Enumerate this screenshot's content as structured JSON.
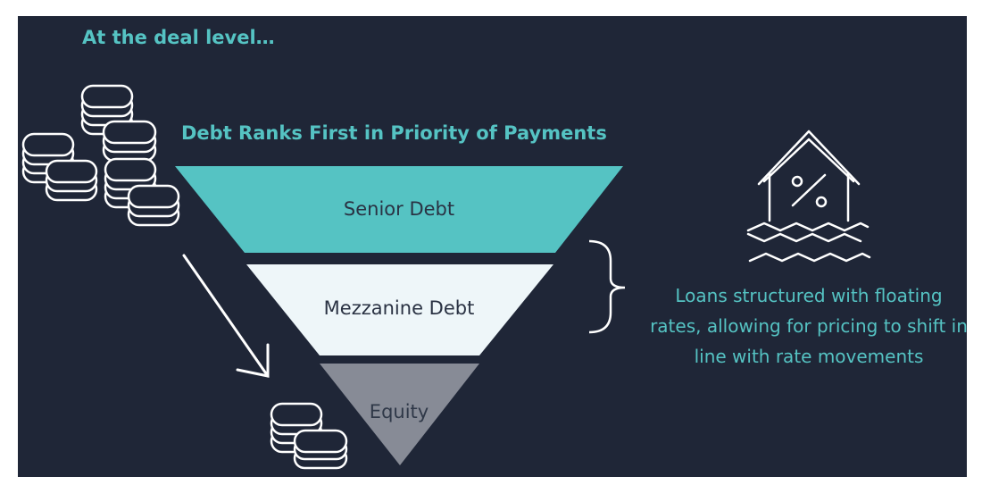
{
  "heading": "At the deal level…",
  "subheading": "Debt Ranks First in Priority of Payments",
  "tiers": [
    {
      "label": "Senior Debt",
      "color": "#55c3c3"
    },
    {
      "label": "Mezzanine Debt",
      "color": "#eef6f9"
    },
    {
      "label": "Equity",
      "color": "#878b96"
    }
  ],
  "note": "Loans structured with floating rates, allowing for pricing to shift in line with rate movements",
  "icons": {
    "coins_top": "coin-stack-icon",
    "coins_bottom": "coin-stack-icon",
    "arrow": "arrow-down-right-icon",
    "house": "house-percent-icon",
    "bracket": "right-brace-icon"
  },
  "colors": {
    "background": "#1f2637",
    "accent": "#55c3c3",
    "line": "#ffffff"
  }
}
